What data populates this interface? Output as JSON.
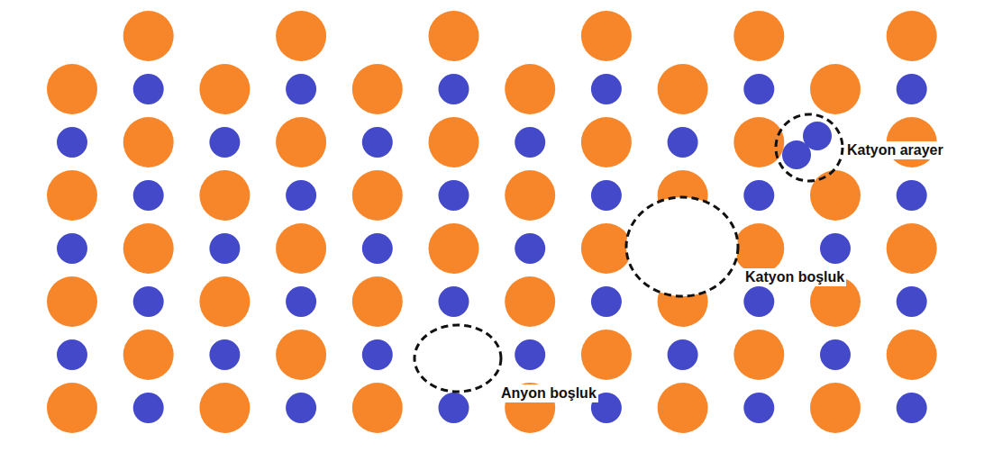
{
  "diagram": {
    "labels": [
      "Katyon arayer",
      "Katyon boşluk",
      "Anyon boşluk"
    ]
  }
}
